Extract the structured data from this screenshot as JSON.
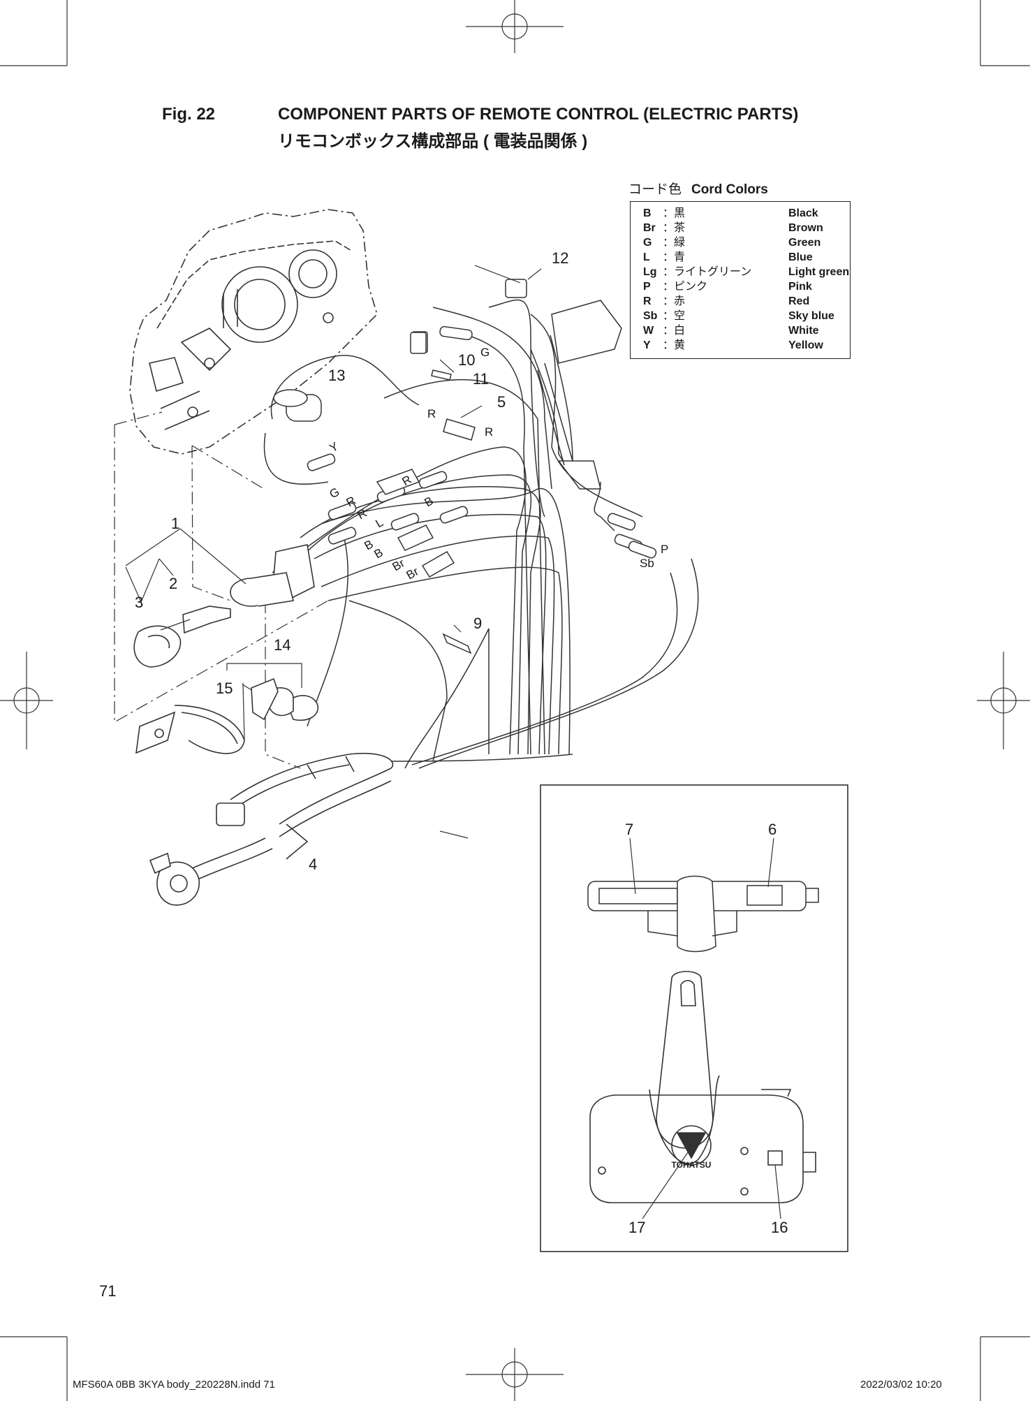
{
  "figure": {
    "number": "Fig. 22",
    "title_en": "COMPONENT PARTS OF REMOTE CONTROL (ELECTRIC PARTS)",
    "title_ja": "リモコンボックス構成部品 ( 電装品関係 )"
  },
  "legend": {
    "title_ja": "コード色",
    "title_en": "Cord Colors",
    "entries": [
      {
        "code": "B",
        "ja": "：黒",
        "en": "Black"
      },
      {
        "code": "Br",
        "ja": "：茶",
        "en": "Brown"
      },
      {
        "code": "G",
        "ja": "：緑",
        "en": "Green"
      },
      {
        "code": "L",
        "ja": "：青",
        "en": "Blue"
      },
      {
        "code": "Lg",
        "ja": "：ライトグリーン",
        "en": "Light green"
      },
      {
        "code": "P",
        "ja": "：ピンク",
        "en": "Pink"
      },
      {
        "code": "R",
        "ja": "：赤",
        "en": "Red"
      },
      {
        "code": "Sb",
        "ja": "：空",
        "en": "Sky blue"
      },
      {
        "code": "W",
        "ja": "：白",
        "en": "White"
      },
      {
        "code": "Y",
        "ja": "：黄",
        "en": "Yellow"
      }
    ]
  },
  "part_labels": {
    "p1": "1",
    "p2": "2",
    "p3": "3",
    "p4": "4",
    "p5": "5",
    "p6": "6",
    "p7": "7",
    "p9": "9",
    "p10": "10",
    "p11": "11",
    "p12": "12",
    "p13": "13",
    "p14": "14",
    "p15": "15",
    "p16": "16",
    "p17": "17"
  },
  "wire_labels": {
    "g_top": "G",
    "r_top": "R",
    "r_mid": "R",
    "y": "Y",
    "g_left": "G",
    "r_left1": "R",
    "r_left2": "R",
    "r_right": "R",
    "l": "L",
    "b1": "B",
    "b2": "B",
    "b3": "B",
    "br1": "Br",
    "br2": "Br",
    "p": "P",
    "sb": "Sb"
  },
  "brand_logo_text": "TOHATSU",
  "page_number": "71",
  "footer": {
    "file": "MFS60A 0BB 3KYA body_220228N.indd   71",
    "timestamp": "2022/03/02   10:20"
  }
}
